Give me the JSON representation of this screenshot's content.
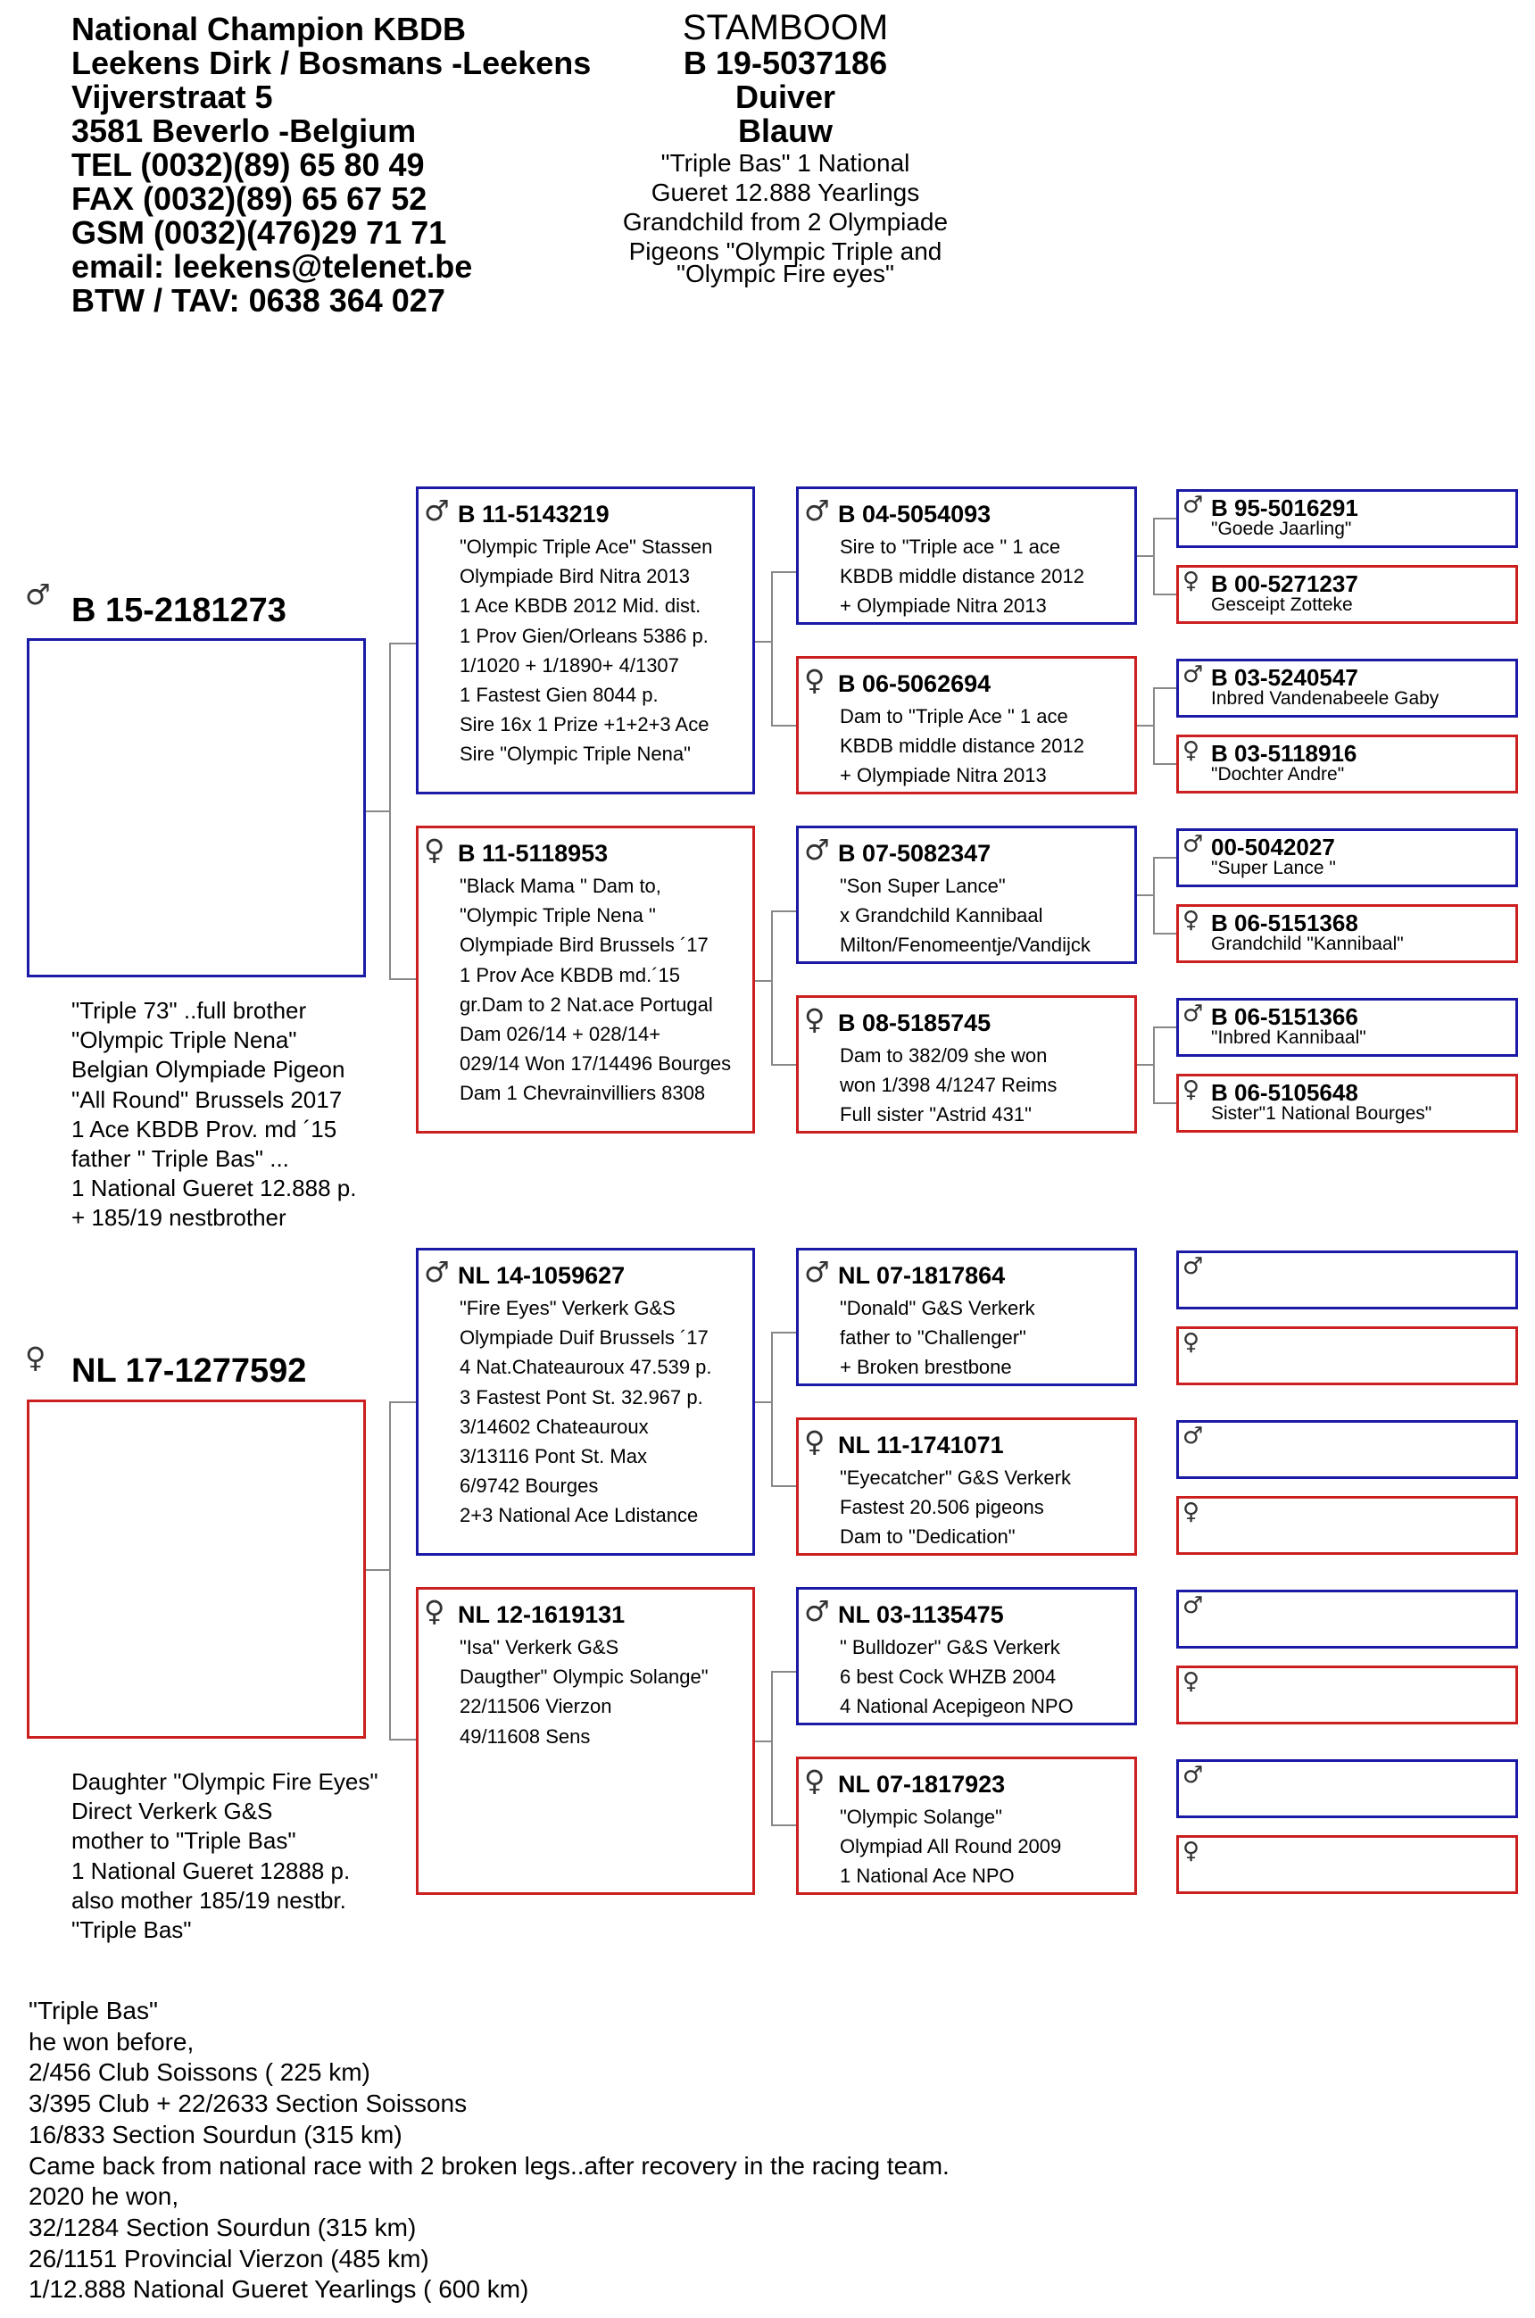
{
  "header": {
    "owner_lines": [
      "National Champion KBDB",
      "Leekens Dirk /  Bosmans -Leekens",
      "Vijverstraat 5",
      "3581 Beverlo -Belgium",
      "TEL (0032)(89) 65 80 49",
      "FAX (0032)(89) 65 67 52",
      "GSM (0032)(476)29 71 71",
      "email: leekens@telenet.be",
      "BTW / TAV: 0638 364 027"
    ],
    "title": "STAMBOOM",
    "ring": "B 19-5037186",
    "sex": "Duiver",
    "color": "Blauw",
    "desc_lines": [
      "\"Triple Bas\" 1 National",
      "Gueret 12.888 Yearlings",
      "Grandchild from 2 Olympiade",
      "Pigeons \"Olympic Triple and",
      "\"Olympic Fire eyes\""
    ]
  },
  "symbols": {
    "male": "♂",
    "female": "♀"
  },
  "colors": {
    "male_border": "#1a1aa6",
    "female_border": "#cc1f1f"
  },
  "sire": {
    "ring": "B 15-2181273",
    "desc_lines": [
      "\"Triple 73\" ..full brother",
      "\"Olympic Triple Nena\"",
      "Belgian Olympiade Pigeon",
      "\"All Round\" Brussels 2017",
      "1 Ace KBDB Prov. md ´15",
      "father \" Triple Bas\" ...",
      "1 National Gueret 12.888 p.",
      "+ 185/19 nestbrother"
    ]
  },
  "dam": {
    "ring": "NL 17-1277592",
    "desc_lines": [
      "Daughter \"Olympic Fire Eyes\"",
      "Direct Verkerk G&S",
      "mother to \"Triple Bas\"",
      "1 National Gueret 12888 p.",
      "also mother 185/19 nestbr.",
      "\"Triple Bas\""
    ]
  },
  "gen2": [
    {
      "ring": "B 11-5143219",
      "lines": [
        "\"Olympic Triple Ace\" Stassen",
        "Olympiade Bird Nitra 2013",
        "1 Ace KBDB  2012  Mid. dist.",
        "1 Prov Gien/Orleans 5386 p.",
        "1/1020 + 1/1890+ 4/1307",
        "1 Fastest Gien 8044 p.",
        "Sire 16x 1 Prize +1+2+3 Ace",
        "Sire \"Olympic Triple Nena\""
      ]
    },
    {
      "ring": "B 11-5118953",
      "lines": [
        "\"Black Mama \" Dam to,",
        "\"Olympic Triple Nena \"",
        "Olympiade Bird Brussels ´17",
        "1 Prov Ace KBDB md.´15",
        "gr.Dam to 2 Nat.ace Portugal",
        "Dam 026/14 + 028/14+",
        "029/14 Won 17/14496 Bourges",
        "Dam 1 Chevrainvilliers 8308"
      ]
    },
    {
      "ring": "NL 14-1059627",
      "lines": [
        "\"Fire Eyes\" Verkerk G&S",
        "Olympiade Duif Brussels ´17",
        "4 Nat.Chateauroux 47.539 p.",
        "3 Fastest Pont St. 32.967 p.",
        "3/14602  Chateauroux",
        "3/13116 Pont St. Max",
        "6/9742 Bourges",
        "2+3 National Ace Ldistance"
      ]
    },
    {
      "ring": "NL 12-1619131",
      "lines": [
        "\"Isa\" Verkerk G&S",
        "Daugther\" Olympic Solange\"",
        "22/11506 Vierzon",
        "49/11608 Sens"
      ]
    }
  ],
  "gen3": [
    {
      "ring": "B 04-5054093",
      "lines": [
        "Sire to \"Triple ace \" 1 ace",
        "KBDB middle distance 2012",
        "+ Olympiade Nitra 2013"
      ]
    },
    {
      "ring": "B 06-5062694",
      "lines": [
        "Dam to \"Triple Ace \" 1 ace",
        "KBDB middle distance 2012",
        "+ Olympiade Nitra 2013"
      ]
    },
    {
      "ring": "B 07-5082347",
      "lines": [
        "\"Son Super Lance\"",
        "x Grandchild Kannibaal",
        "Milton/Fenomeentje/Vandijck"
      ]
    },
    {
      "ring": "B 08-5185745",
      "lines": [
        "Dam to 382/09  she won",
        "won 1/398  4/1247 Reims",
        "Full sister \"Astrid 431\""
      ]
    },
    {
      "ring": "NL 07-1817864",
      "lines": [
        "\"Donald\" G&S Verkerk",
        "father  to \"Challenger\"",
        "+ Broken brestbone"
      ]
    },
    {
      "ring": "NL 11-1741071",
      "lines": [
        "\"Eyecatcher\" G&S Verkerk",
        "Fastest 20.506 pigeons",
        "Dam to \"Dedication\""
      ]
    },
    {
      "ring": "NL 03-1135475",
      "lines": [
        "\" Bulldozer\"  G&S Verkerk",
        "6 best Cock WHZB 2004",
        "4 National Acepigeon NPO"
      ]
    },
    {
      "ring": "NL 07-1817923",
      "lines": [
        "\"Olympic Solange\"",
        "Olympiad All Round  2009",
        "1 National Ace  NPO"
      ]
    }
  ],
  "gen4": [
    {
      "ring": "B 95-5016291",
      "desc": "\"Goede Jaarling\""
    },
    {
      "ring": "B 00-5271237",
      "desc": "Gesceipt Zotteke"
    },
    {
      "ring": "B 03-5240547",
      "desc": "Inbred Vandenabeele Gaby"
    },
    {
      "ring": "B 03-5118916",
      "desc": "\"Dochter Andre\""
    },
    {
      "ring": " 00-5042027",
      "desc": "\"Super Lance \""
    },
    {
      "ring": "B 06-5151368",
      "desc": "Grandchild \"Kannibaal\""
    },
    {
      "ring": "B 06-5151366",
      "desc": "\"Inbred  Kannibaal\""
    },
    {
      "ring": "B 06-5105648",
      "desc": "Sister\"1 National Bourges\""
    },
    {
      "ring": "",
      "desc": ""
    },
    {
      "ring": "",
      "desc": ""
    },
    {
      "ring": "",
      "desc": ""
    },
    {
      "ring": "",
      "desc": ""
    },
    {
      "ring": "",
      "desc": ""
    },
    {
      "ring": "",
      "desc": ""
    },
    {
      "ring": "",
      "desc": ""
    },
    {
      "ring": "",
      "desc": ""
    }
  ],
  "footer_lines": [
    "\"Triple Bas\"",
    "he won before,",
    "2/456 Club Soissons ( 225 km)",
    "3/395 Club + 22/2633 Section Soissons",
    "16/833 Section Sourdun (315 km)",
    "Came back from national race with 2 broken legs..after recovery in the racing team.",
    "2020 he won,",
    "32/1284 Section Sourdun (315 km)",
    "26/1151 Provincial Vierzon (485 km)",
    "1/12.888 National Gueret Yearlings  ( 600 km)"
  ]
}
